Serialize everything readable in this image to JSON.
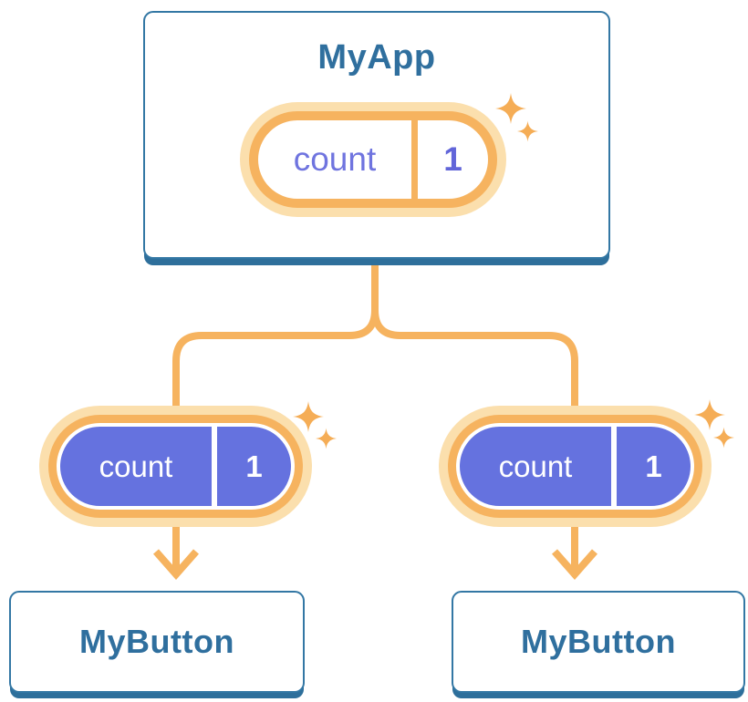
{
  "root_card": {
    "title": "MyApp"
  },
  "root_pill": {
    "label": "count",
    "value": "1"
  },
  "left_pill": {
    "label": "count",
    "value": "1"
  },
  "right_pill": {
    "label": "count",
    "value": "1"
  },
  "left_card": {
    "title": "MyButton"
  },
  "right_card": {
    "title": "MyButton"
  },
  "colors": {
    "orange": "#F6B35F",
    "orange_glow": "#FBDFAD",
    "purple_fill": "#6572DF",
    "purple_text": "#6F74DF",
    "blue_text": "#2F6F9E",
    "blue_border": "#3377A4",
    "blue_shadow": "#2E6F9B"
  }
}
